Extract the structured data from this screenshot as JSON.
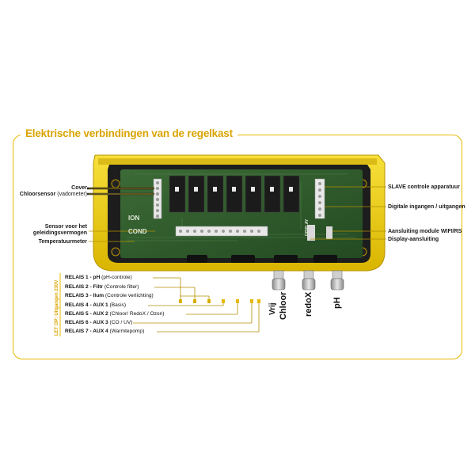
{
  "title": "Elektrische verbindingen van de regelkast",
  "left_labels": {
    "cover": "Cover",
    "chloorsensor": "Chloorsensor",
    "vadometer": "(vadometer)",
    "sensor_line1": "Sensor voor het",
    "sensor_line2": "geleidingsvermogen",
    "temperatuurmeter": "Temperatuurmeter"
  },
  "right_labels": {
    "slave": "SLAVE controle apparatuur",
    "digitale": "Digitale ingangen / uitgangen",
    "wifi": "Aansluiting module WIFI/RS",
    "display": "Display-aansluiting"
  },
  "relay_side_label": "LET OP: Uitgangen 230V",
  "relays": [
    {
      "name": "RELAIS  1 - pH",
      "desc": " (pH-controle)"
    },
    {
      "name": "RELAIS  2 - Filtr",
      "desc": " (Controle filter)"
    },
    {
      "name": "RELAIS  3 - Ilum",
      "desc": " (Controle verlichting)"
    },
    {
      "name": "RELAIS  4 - AUX 1",
      "desc": " (Basis)"
    },
    {
      "name": "RELAIS  5 - AUX 2",
      "desc": " (Chloor/ RedoX / Ozon)"
    },
    {
      "name": "RELAIS  6 - AUX 3",
      "desc": " (CO / UV)"
    },
    {
      "name": "RELAIS  7 - AUX 4",
      "desc": " (Warmtepomp)"
    }
  ],
  "sensors": {
    "vrij": "Vrij",
    "chloor": "Chloor",
    "redox": "redoX",
    "ph": "pH"
  },
  "board_text": {
    "ion": "ION",
    "cond": "COND",
    "display": "DISPLAY"
  },
  "colors": {
    "accent": "#e6b800",
    "housing": "#f2d21a",
    "board": "#2f5a2c",
    "relay": "#1b1b1b",
    "wire": "#c9c9c9"
  }
}
